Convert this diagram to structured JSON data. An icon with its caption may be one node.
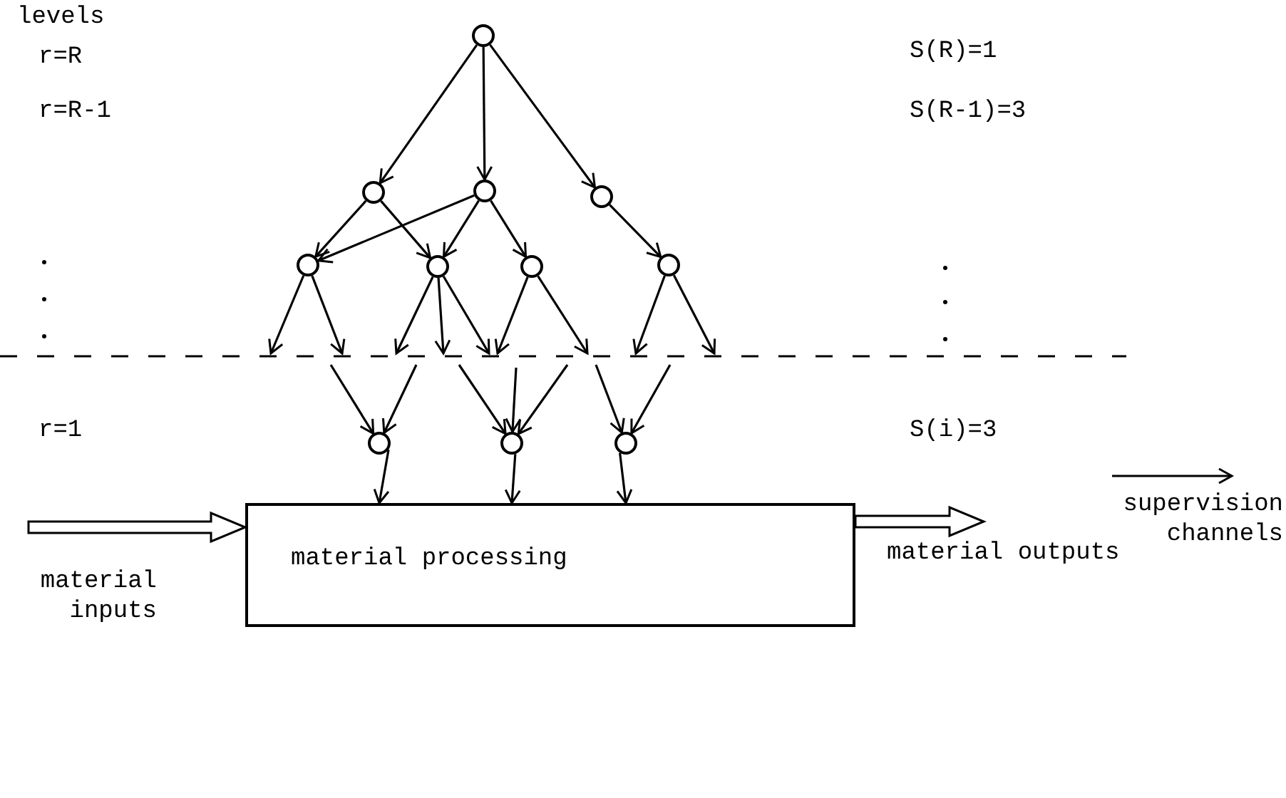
{
  "diagram": {
    "nodes": [
      {
        "text": [],
        "shape": "circle"
      },
      {
        "text": [],
        "shape": "circle"
      },
      {
        "text": [],
        "shape": "circle"
      },
      {
        "text": [],
        "shape": "circle"
      },
      {
        "text": [],
        "shape": "circle"
      },
      {
        "text": [],
        "shape": "circle"
      },
      {
        "text": [],
        "shape": "circle"
      },
      {
        "text": [],
        "shape": "circle"
      },
      {
        "text": [],
        "shape": "circle"
      },
      {
        "text": [],
        "shape": "circle"
      },
      {
        "text": [],
        "shape": "circle"
      },
      {
        "text": [
          "material processing"
        ]
      }
    ],
    "edges": [
      {
        "from": 0,
        "to": 1,
        "arrow": "to"
      },
      {
        "from": 0,
        "to": 2,
        "arrow": "to"
      },
      {
        "from": 0,
        "to": 3,
        "arrow": "to"
      },
      {
        "from": 1,
        "to": 4,
        "arrow": "to"
      },
      {
        "from": 1,
        "to": 5,
        "arrow": "to"
      },
      {
        "from": 2,
        "to": 4,
        "arrow": "to"
      },
      {
        "from": 2,
        "to": 5,
        "arrow": "to"
      },
      {
        "from": 2,
        "to": 6,
        "arrow": "to"
      },
      {
        "from": 3,
        "to": 7,
        "arrow": "to"
      },
      {
        "from": 4,
        "to": null,
        "arrow": "to"
      },
      {
        "from": 4,
        "to": null,
        "arrow": "to"
      },
      {
        "from": 5,
        "to": null,
        "arrow": "to"
      },
      {
        "from": 5,
        "to": null,
        "arrow": "to"
      },
      {
        "from": 5,
        "to": null,
        "arrow": "to"
      },
      {
        "from": 6,
        "to": null,
        "arrow": "to"
      },
      {
        "from": 6,
        "to": null,
        "arrow": "to"
      },
      {
        "from": 7,
        "to": null,
        "arrow": "to"
      },
      {
        "from": 7,
        "to": null,
        "arrow": "to"
      },
      {
        "from": null,
        "to": 8,
        "arrow": "to"
      },
      {
        "from": null,
        "to": 8,
        "arrow": "to"
      },
      {
        "from": null,
        "to": 9,
        "arrow": "to"
      },
      {
        "from": null,
        "to": 9,
        "arrow": "to"
      },
      {
        "from": null,
        "to": 9,
        "arrow": "to"
      },
      {
        "from": null,
        "to": 10,
        "arrow": "to"
      },
      {
        "from": null,
        "to": 10,
        "arrow": "to"
      },
      {
        "from": 8,
        "to": 11,
        "arrow": "to"
      },
      {
        "from": 9,
        "to": 11,
        "arrow": "to"
      },
      {
        "from": 10,
        "to": 11,
        "arrow": "to"
      },
      {
        "from": null,
        "to": 11,
        "arrow": "to",
        "style": "thick"
      },
      {
        "from": 11,
        "to": null,
        "arrow": "to",
        "style": "thick"
      }
    ],
    "labels": [
      "levels",
      "r=R",
      "S(R)=1",
      "r=R-1",
      "S(R-1)=3",
      "r=1",
      "S(i)=3",
      "material inputs",
      "material outputs"
    ],
    "legend": [
      {
        "text": "supervision channels"
      }
    ]
  }
}
